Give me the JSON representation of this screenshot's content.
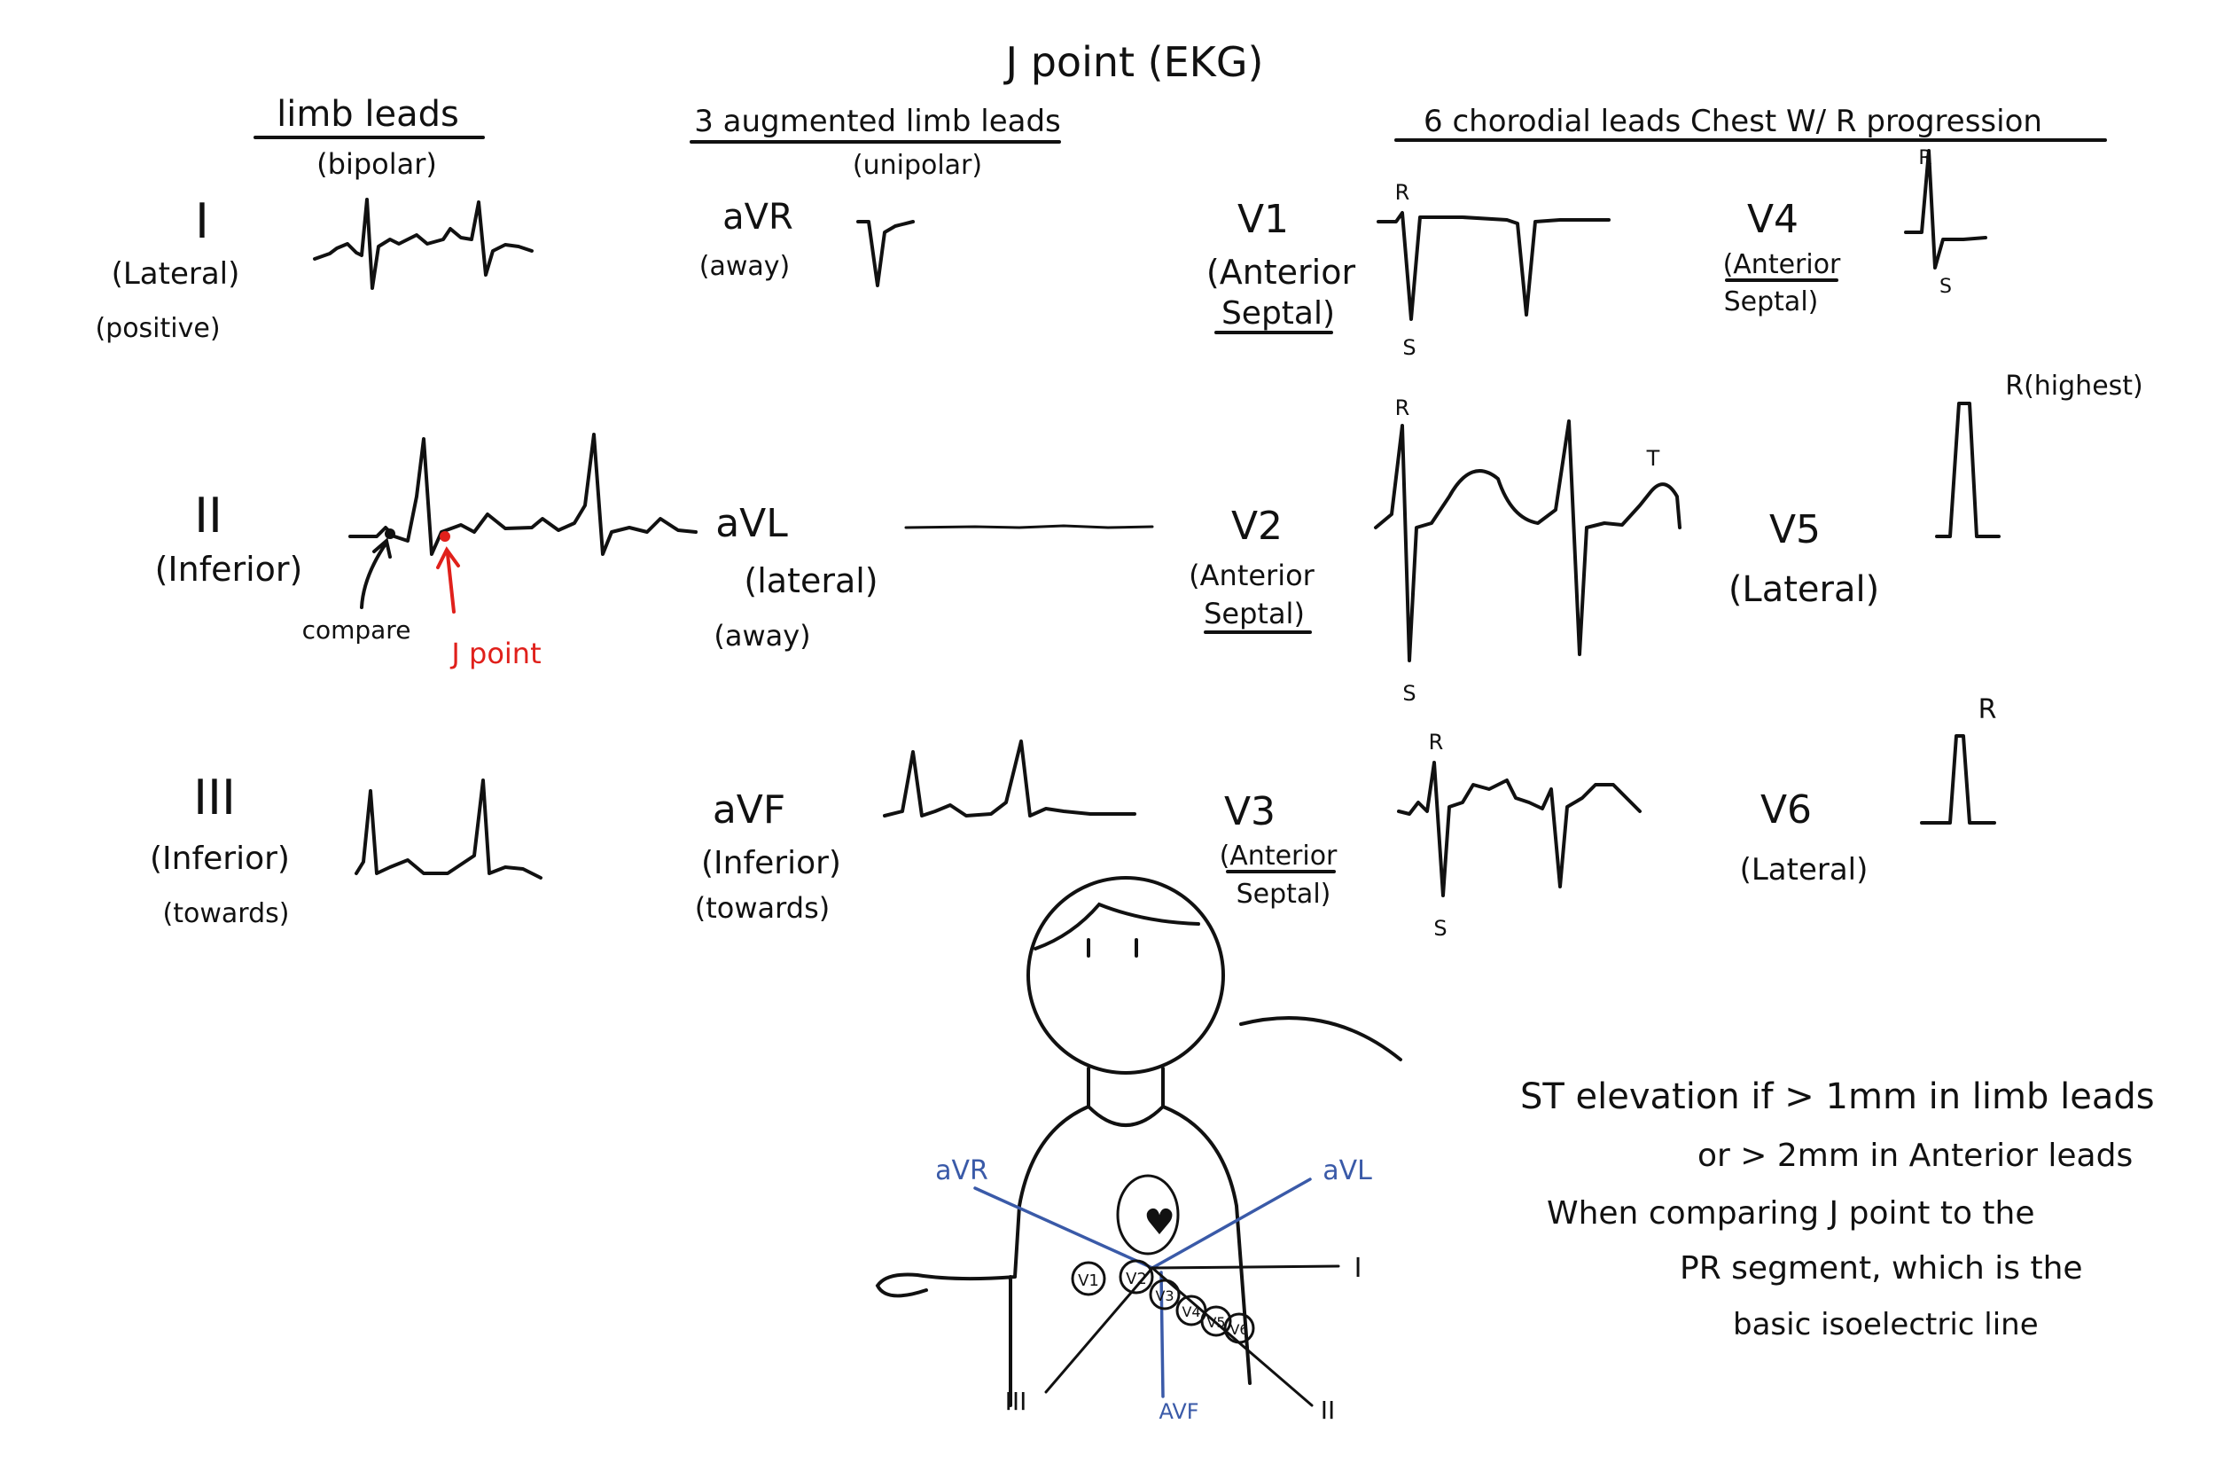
{
  "title": "J point (EKG)",
  "headers": {
    "limb": "limb leads",
    "limb_sub": "(bipolar)",
    "augmented": "3 augmented limb leads",
    "augmented_sub": "(unipolar)",
    "chest": "6 chorodial leads Chest W/ R progression"
  },
  "leads": {
    "I": {
      "name": "I",
      "desc1": "(Lateral)",
      "desc2": "(positive)"
    },
    "II": {
      "name": "II",
      "desc1": "(Inferior)",
      "desc2": ""
    },
    "III": {
      "name": "III",
      "desc1": "(Inferior)",
      "desc2": "(towards)"
    },
    "aVR": {
      "name": "aVR",
      "desc1": "(away)",
      "desc2": ""
    },
    "aVL": {
      "name": "aVL",
      "desc1": "(lateral)",
      "desc2": "(away)"
    },
    "aVF": {
      "name": "aVF",
      "desc1": "(Inferior)",
      "desc2": "(towards)"
    },
    "V1": {
      "name": "V1",
      "desc1": "(Anterior",
      "desc2": "Septal)"
    },
    "V2": {
      "name": "V2",
      "desc1": "(Anterior",
      "desc2": "Septal)"
    },
    "V3": {
      "name": "V3",
      "desc1": "(Anterior",
      "desc2": "Septal)"
    },
    "V4": {
      "name": "V4",
      "desc1": "(Anterior",
      "desc2": "Septal)"
    },
    "V5": {
      "name": "V5",
      "desc1": "(Lateral)",
      "desc2": ""
    },
    "V6": {
      "name": "V6",
      "desc1": "(Lateral)",
      "desc2": ""
    }
  },
  "annotations": {
    "compare": "compare",
    "jpoint": "J point",
    "r": "R",
    "s": "S",
    "t": "T",
    "r_highest": "R(highest)"
  },
  "figure": {
    "aVR": "aVR",
    "aVL": "aVL",
    "aVF": "AVF",
    "I": "I",
    "II": "II",
    "III": "III",
    "heart": "♥",
    "V1": "V1",
    "V2": "V2",
    "V3": "V3",
    "V4": "V4",
    "V5": "V5",
    "V6": "V6"
  },
  "note": {
    "line1": "ST elevation if > 1mm in limb leads",
    "line2": "or > 2mm in Anterior leads",
    "line3": "When comparing J point to the",
    "line4": "PR segment, which is the",
    "line5": "basic isoelectric line"
  },
  "colors": {
    "ink": "#111111",
    "blue": "#3a5aa8",
    "red": "#e0201b"
  }
}
